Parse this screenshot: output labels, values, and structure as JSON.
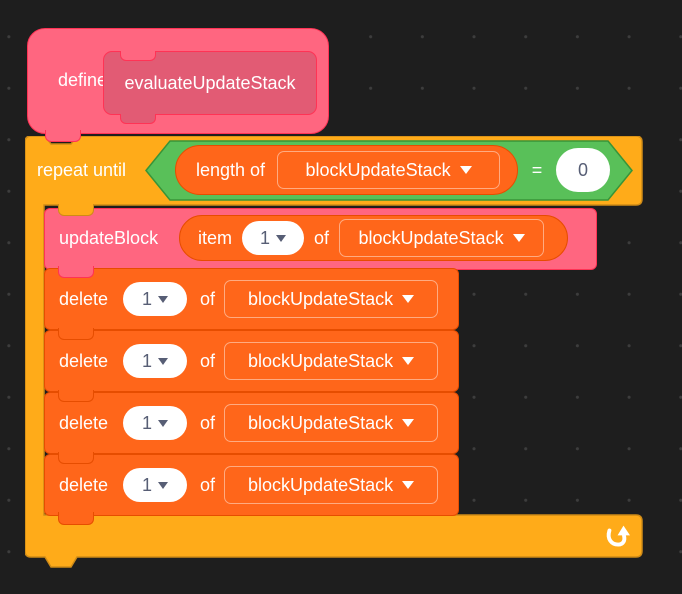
{
  "palette": {
    "background": "#1e1e1e",
    "grid_dot": "#3d3d3d",
    "pink": "#FF6680",
    "pink_border": "#FF3355",
    "pink_prototype": "#E25B74",
    "control_orange": "#FFAB19",
    "control_border": "#CF8B17",
    "list_orange": "#FF661A",
    "list_border": "#E64D00",
    "operator_green": "#59C059",
    "operator_border": "#389438",
    "field_text": "#575E75"
  },
  "icons": {
    "dropdown": "▼",
    "loop": "↻"
  },
  "define_block": {
    "keyword": "define",
    "procedure_name": "evaluateUpdateStack"
  },
  "repeat_block": {
    "label": "repeat until",
    "condition": {
      "length_of_label": "length of",
      "list_dropdown": "blockUpdateStack",
      "operator": "=",
      "value": "0"
    }
  },
  "update_block": {
    "label": "updateBlock",
    "item_reporter": {
      "item_label": "item",
      "index": "1",
      "of_label": "of",
      "list_dropdown": "blockUpdateStack"
    }
  },
  "delete_rows": [
    {
      "label": "delete",
      "index": "1",
      "of_label": "of",
      "list_dropdown": "blockUpdateStack"
    },
    {
      "label": "delete",
      "index": "1",
      "of_label": "of",
      "list_dropdown": "blockUpdateStack"
    },
    {
      "label": "delete",
      "index": "1",
      "of_label": "of",
      "list_dropdown": "blockUpdateStack"
    },
    {
      "label": "delete",
      "index": "1",
      "of_label": "of",
      "list_dropdown": "blockUpdateStack"
    }
  ]
}
